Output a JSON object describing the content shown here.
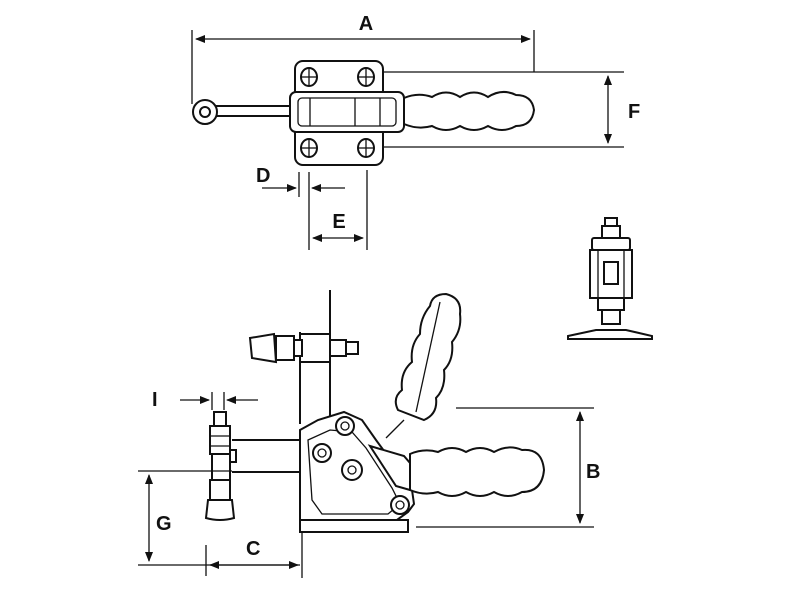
{
  "diagram": {
    "labels": {
      "A": "A",
      "B": "B",
      "C": "C",
      "D": "D",
      "E": "E",
      "F": "F",
      "G": "G",
      "I": "I"
    }
  }
}
